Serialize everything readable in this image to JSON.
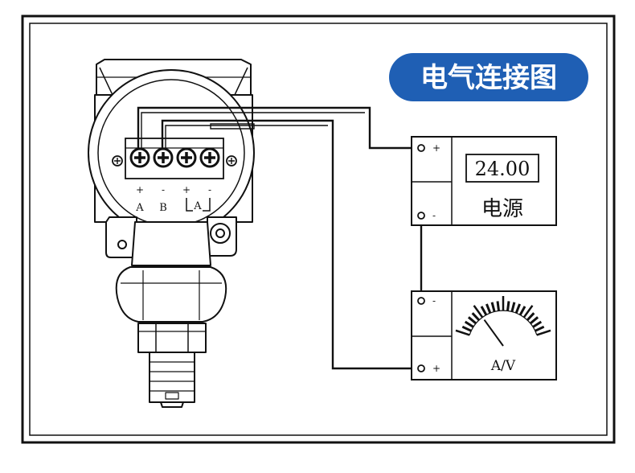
{
  "title": "电气连接图",
  "transmitter": {
    "terminal_labels": [
      "A",
      "B",
      "A"
    ],
    "terminal_polarity": [
      "+",
      "-",
      "+",
      "-"
    ]
  },
  "power_supply": {
    "display_value": "24.00",
    "label": "电源",
    "plus": "+",
    "minus": "-"
  },
  "meter": {
    "label": "A/V",
    "plus": "+",
    "minus": "-"
  },
  "colors": {
    "title_bg": "#1f5fb4",
    "title_text": "#ffffff",
    "line": "#111111",
    "fill": "#ffffff"
  }
}
